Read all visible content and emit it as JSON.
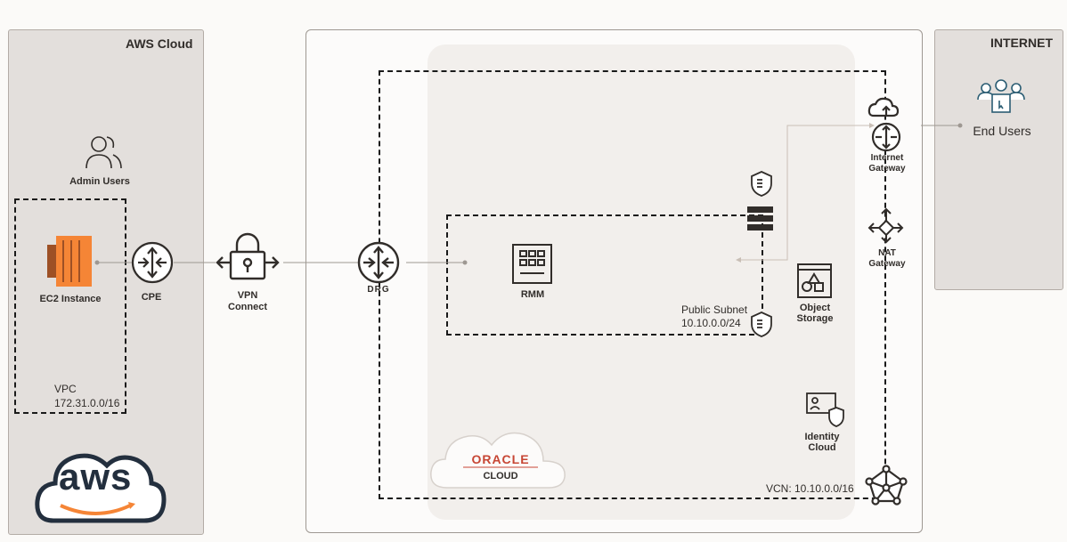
{
  "aws": {
    "title": "AWS Cloud",
    "admin_users": "Admin Users",
    "ec2": "EC2 Instance",
    "cpe": "CPE",
    "vpc": "VPC",
    "vpc_cidr": "172.31.0.0/16",
    "logo_text": "aws"
  },
  "oci": {
    "vpn": "VPN",
    "vpn2": "Connect",
    "drg": "DRG",
    "rmm": "RMM",
    "public_subnet": "Public Subnet",
    "subnet_cidr": "10.10.0.0/24",
    "object": "Object",
    "storage": "Storage",
    "identity": "Identity",
    "identity2": "Cloud",
    "internet_gw": "Internet",
    "gateway": "Gateway",
    "nat": "NAT",
    "nat_gateway": "Gateway",
    "vcn": "VCN: 10.10.0.0/16",
    "oracle": "ORACLE",
    "cloud": "CLOUD"
  },
  "internet": {
    "title": "INTERNET",
    "end_users": "End Users"
  },
  "colors": {
    "aws_orange": "#f58536",
    "oracle_red": "#c74634",
    "line": "#9e9892"
  }
}
